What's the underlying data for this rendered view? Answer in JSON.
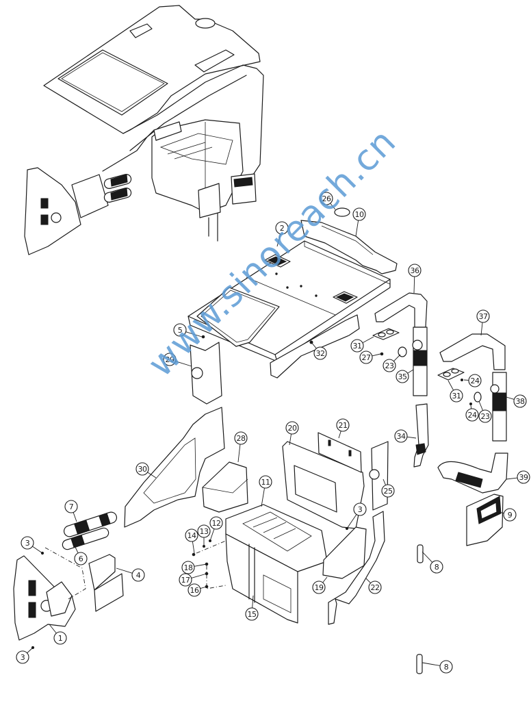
{
  "diagram": {
    "type": "exploded-parts-diagram",
    "subject": "operator cab air-duct / HVAC assembly",
    "watermark": "www.sinoreach.cn",
    "watermark_color": "#5b9bd5",
    "line_color": "#1a1a1a",
    "callouts": [
      {
        "id": "c1",
        "label": "1"
      },
      {
        "id": "c2",
        "label": "2"
      },
      {
        "id": "c3a",
        "label": "3"
      },
      {
        "id": "c3b",
        "label": "3"
      },
      {
        "id": "c3c",
        "label": "3"
      },
      {
        "id": "c4",
        "label": "4"
      },
      {
        "id": "c5",
        "label": "5"
      },
      {
        "id": "c6",
        "label": "6"
      },
      {
        "id": "c7",
        "label": "7"
      },
      {
        "id": "c8a",
        "label": "8"
      },
      {
        "id": "c8b",
        "label": "8"
      },
      {
        "id": "c9",
        "label": "9"
      },
      {
        "id": "c10",
        "label": "10"
      },
      {
        "id": "c11",
        "label": "11"
      },
      {
        "id": "c12",
        "label": "12"
      },
      {
        "id": "c13",
        "label": "13"
      },
      {
        "id": "c14",
        "label": "14"
      },
      {
        "id": "c15",
        "label": "15"
      },
      {
        "id": "c16",
        "label": "16"
      },
      {
        "id": "c17",
        "label": "17"
      },
      {
        "id": "c18",
        "label": "18"
      },
      {
        "id": "c19",
        "label": "19"
      },
      {
        "id": "c20",
        "label": "20"
      },
      {
        "id": "c21",
        "label": "21"
      },
      {
        "id": "c22",
        "label": "22"
      },
      {
        "id": "c23a",
        "label": "23"
      },
      {
        "id": "c23b",
        "label": "23"
      },
      {
        "id": "c24a",
        "label": "24"
      },
      {
        "id": "c24b",
        "label": "24"
      },
      {
        "id": "c25",
        "label": "25"
      },
      {
        "id": "c26",
        "label": "26"
      },
      {
        "id": "c27",
        "label": "27"
      },
      {
        "id": "c28",
        "label": "28"
      },
      {
        "id": "c29",
        "label": "29"
      },
      {
        "id": "c30",
        "label": "30"
      },
      {
        "id": "c31a",
        "label": "31"
      },
      {
        "id": "c31b",
        "label": "31"
      },
      {
        "id": "c32",
        "label": "32"
      },
      {
        "id": "c34",
        "label": "34"
      },
      {
        "id": "c35",
        "label": "35"
      },
      {
        "id": "c36",
        "label": "36"
      },
      {
        "id": "c37",
        "label": "37"
      },
      {
        "id": "c38",
        "label": "38"
      },
      {
        "id": "c39",
        "label": "39"
      }
    ]
  }
}
